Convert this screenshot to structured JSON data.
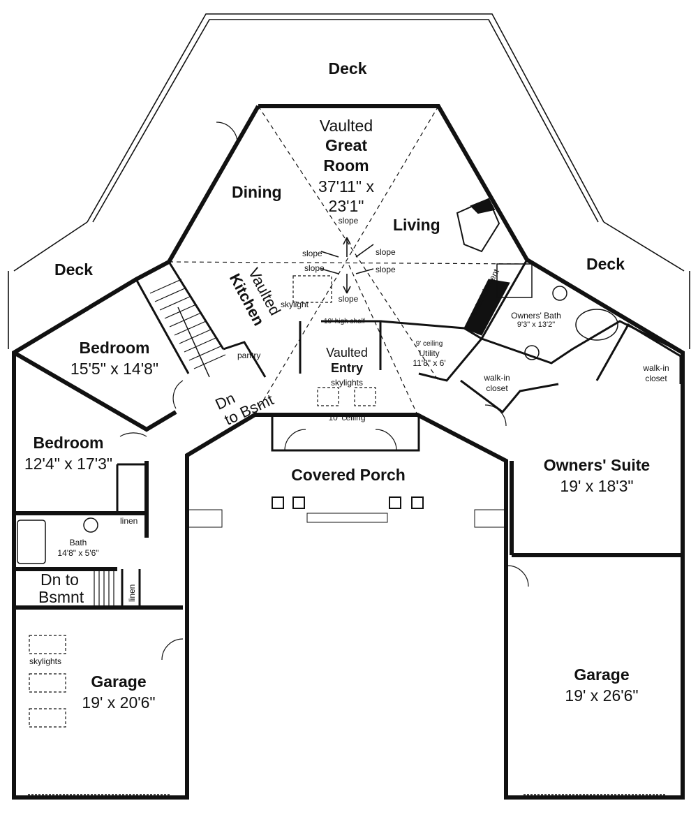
{
  "decks": {
    "top": "Deck",
    "left": "Deck",
    "right": "Deck"
  },
  "great_room": {
    "line1": "Vaulted",
    "line2": "Great",
    "line3": "Room",
    "dim1": "37'11\" x",
    "dim2": "23'1\""
  },
  "dining": "Dining",
  "living": "Living",
  "slope": "slope",
  "skylight": "skylight",
  "entertainment": "entertainment",
  "kitchen": {
    "line1": "Vaulted",
    "line2": "Kitchen"
  },
  "pantry": "pantry",
  "shelf": "10' high shelf",
  "stairs_main": {
    "line1": "Dn",
    "line2": "to Bsmt"
  },
  "entry": {
    "line1": "Vaulted",
    "line2": "Entry",
    "skylights": "skylights",
    "ceiling": "10' ceiling"
  },
  "utility": {
    "ceiling": "9' ceiling",
    "name": "Utility",
    "dim": "11'8\" x 6'"
  },
  "owners_bath": {
    "name": "Owners' Bath",
    "dim": "9'3\" x 13'2\""
  },
  "walkin_closet": {
    "line1": "walk-in",
    "line2": "closet"
  },
  "bedroom1": {
    "name": "Bedroom",
    "dim": "15'5\" x 14'8\""
  },
  "bedroom2": {
    "name": "Bedroom",
    "dim": "12'4\" x 17'3\""
  },
  "linen": "linen",
  "bath": {
    "name": "Bath",
    "dim": "14'8\" x 5'6\""
  },
  "stairs_side": {
    "line1": "Dn to",
    "line2": "Bsmnt"
  },
  "covered_porch": "Covered Porch",
  "owners_suite": {
    "name": "Owners' Suite",
    "dim": "19' x 18'3\""
  },
  "garage_left": {
    "skylights": "skylights",
    "name": "Garage",
    "dim": "19' x 20'6\""
  },
  "garage_right": {
    "name": "Garage",
    "dim": "19' x 26'6\""
  }
}
